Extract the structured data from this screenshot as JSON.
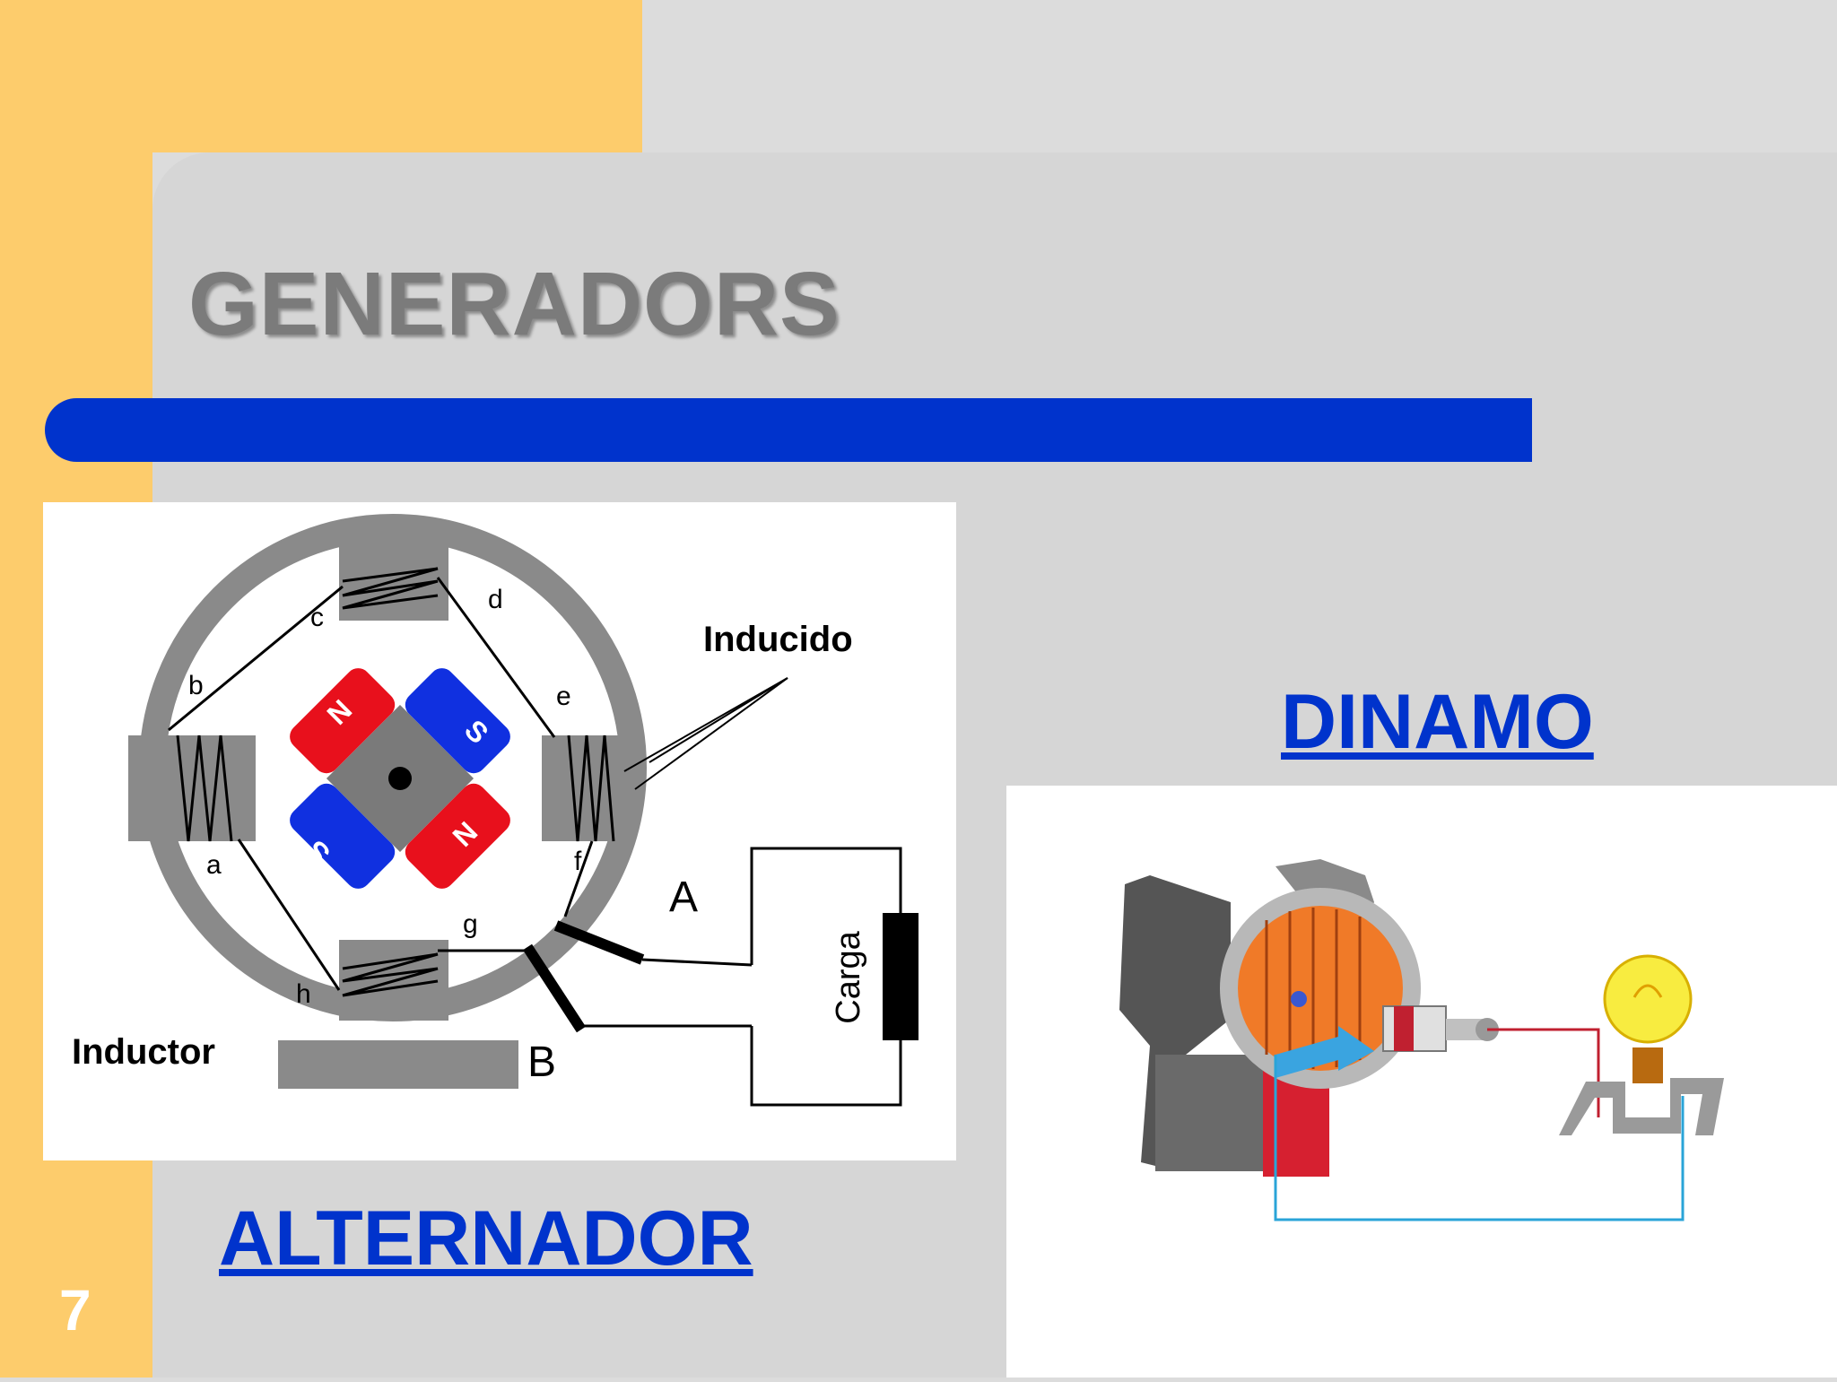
{
  "slide": {
    "title": "GENERADORS",
    "page_number": "7"
  },
  "links": {
    "alternador": "ALTERNADOR",
    "dinamo": "DINAMO"
  },
  "alternator_diagram": {
    "label_inducido": "Inducido",
    "label_inductor": "Inductor",
    "label_carga": "Carga",
    "terminal_a": "A",
    "terminal_b": "B",
    "wire_labels": [
      "a",
      "b",
      "c",
      "d",
      "e",
      "f",
      "g",
      "h"
    ],
    "magnets": [
      "N",
      "S",
      "S",
      "N"
    ]
  },
  "colors": {
    "accent_blue": "#0033cc",
    "sidebar_orange": "#fdcc6c",
    "magnet_north": "#e8101c",
    "magnet_south": "#1030e0",
    "copper": "#f07a28"
  }
}
